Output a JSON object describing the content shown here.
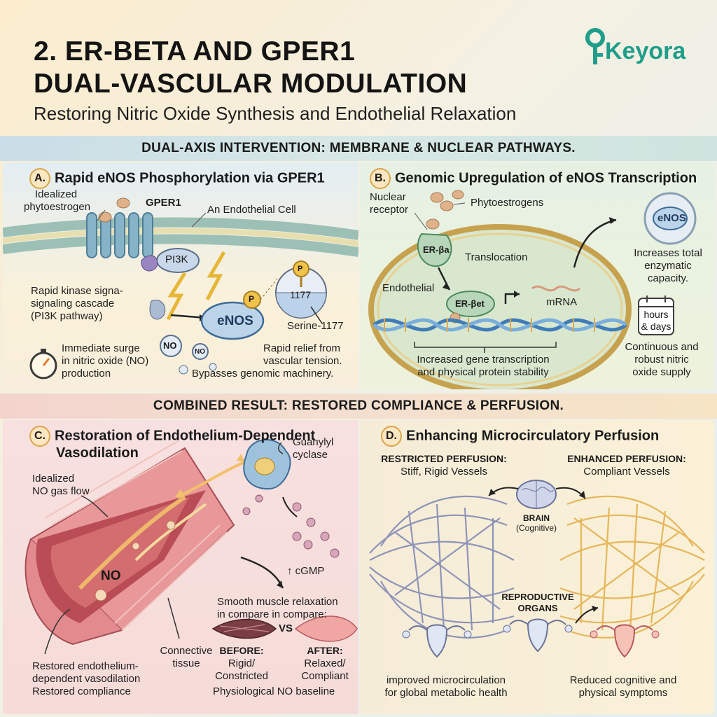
{
  "header": {
    "title_line1": "2. ER-BETA AND GPER1",
    "title_line2": "DUAL-VASCULAR MODULATION",
    "subtitle": "Restoring Nitric Oxide Synthesis and Endothelial Relaxation",
    "logo": {
      "text": "Keyora",
      "icon": "key-icon",
      "color": "#1f9e8a"
    }
  },
  "band_top": "DUAL-AXIS INTERVENTION: MEMBRANE & NUCLEAR PATHWAYS.",
  "band_mid": "COMBINED RESULT: RESTORED COMPLIANCE & PERFUSION.",
  "panel_a": {
    "badge": "A.",
    "title": "Rapid eNOS Phosphorylation via GPER1",
    "idealized": [
      "Idealized",
      "phytoestrogen"
    ],
    "gper1": "GPER1",
    "endothelial_cell": "An Endothelial Cell",
    "pi3k": "PI3K",
    "cascade": [
      "Rapid kinase signa-",
      "signaling cascade",
      "(PI3K pathway)"
    ],
    "enos": "eNOS",
    "p": "P",
    "p_zoom": "P",
    "site_1177": "1177",
    "serine": "Serine-1177",
    "no1": "NO",
    "no2": "NO",
    "surge": [
      "Immediate surge",
      "in nitric oxide (NO)",
      "production"
    ],
    "relief": [
      "Rapid relief from",
      "vascular tension.",
      "Bypasses genomic machinery."
    ]
  },
  "panel_b": {
    "badge": "B.",
    "title": "Genomic Upregulation of eNOS Transcription",
    "nuclear_receptor": [
      "Nuclear",
      "receptor"
    ],
    "phytoestrogens": "Phytoestrogens",
    "er_ba": "ER-βa",
    "translocation": "Translocation",
    "endothelial": "Endothelial",
    "er_bet": "ER-βet",
    "mrna": "mRNA",
    "increased": [
      "Increased gene transcription",
      "and physical protein stability"
    ],
    "enos": "eNOS",
    "capacity": [
      "Increases total",
      "enzymatic",
      "capacity."
    ],
    "hours_days": [
      "hours",
      "& days"
    ],
    "continuous": [
      "Continuous and",
      "robust nitric",
      "oxide supply"
    ]
  },
  "panel_c": {
    "badge": "C.",
    "title": [
      "Restoration of Endothelium-Dependent",
      "Vasodilation"
    ],
    "idealized_flow": [
      "Idealized",
      "NO gas flow"
    ],
    "guanylyl": [
      "Guanylyl",
      "cyclase"
    ],
    "cgmp": "↑ cGMP",
    "no": "NO",
    "smooth": [
      "Smooth muscle relaxation",
      "in compare in compare:"
    ],
    "vs": "VS",
    "before": "BEFORE:",
    "before_desc": [
      "Rigid/",
      "Constricted"
    ],
    "after": "AFTER:",
    "after_desc": [
      "Relaxed/",
      "Compliant"
    ],
    "baseline": "Physiological NO baseline",
    "connective": [
      "Connective",
      "tissue"
    ],
    "restored": [
      "Restored endothelium-",
      "dependent vasodilation",
      "Restored compliance"
    ]
  },
  "panel_d": {
    "badge": "D.",
    "title": "Enhancing Microcirculatory Perfusion",
    "restricted": "RESTRICTED PERFUSION:",
    "restricted_sub": "Stiff, Rigid Vessels",
    "enhanced": "ENHANCED PERFUSION:",
    "enhanced_sub": "Compliant Vessels",
    "brain": "BRAIN",
    "brain_sub": "(Cognitive)",
    "repro": [
      "REPRODUCTIVE",
      "ORGANS"
    ],
    "improved": [
      "improved microcirculation",
      "for global metabolic health"
    ],
    "reduced": [
      "Reduced cognitive and",
      "physical symptoms"
    ]
  },
  "colors": {
    "band_top": "#c6dde6",
    "band_mid": "#f2d6cc",
    "panel_a_bg": "#fbf0d6",
    "panel_b_bg": "#e6f0df",
    "panel_c_bg": "#f7dede",
    "panel_d_bg": "#fbf1d8",
    "vessel": "#d9757a",
    "restricted_net": "#8e94b8",
    "enhanced_net": "#e6b65a"
  }
}
